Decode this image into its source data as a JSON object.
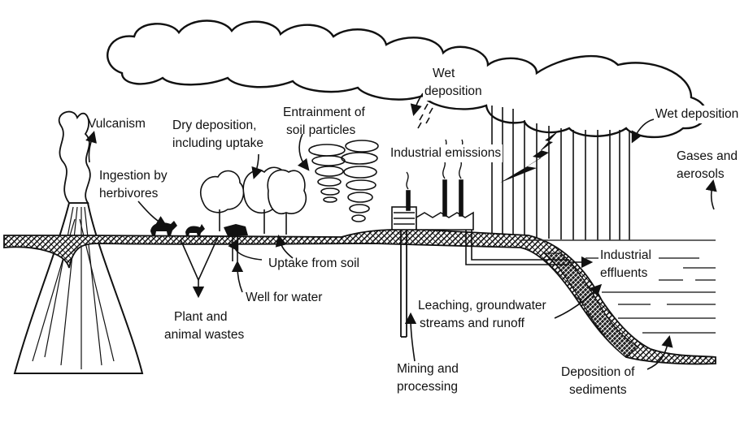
{
  "labels": {
    "vulcanism": "Vulcanism",
    "ingestion_line1": "Ingestion by",
    "ingestion_line2": "herbivores",
    "dry_dep_line1": "Dry deposition,",
    "dry_dep_line2": "including uptake",
    "entrainment_line1": "Entrainment of",
    "entrainment_line2": "soil particles",
    "wet_dep_cloud_line1": "Wet",
    "wet_dep_cloud_line2": "deposition",
    "industrial_emissions": "Industrial emissions",
    "wet_dep_right": "Wet deposition",
    "gases_line1": "Gases and",
    "gases_line2": "aerosols",
    "uptake_soil": "Uptake from soil",
    "well_water": "Well for water",
    "plant_wastes_line1": "Plant and",
    "plant_wastes_line2": "animal wastes",
    "industrial_effluents_line1": "Industrial",
    "industrial_effluents_line2": "effluents",
    "leaching_line1": "Leaching, groundwater",
    "leaching_line2": "streams and runoff",
    "mining_line1": "Mining and",
    "mining_line2": "processing",
    "deposition_sed_line1": "Deposition of",
    "deposition_sed_line2": "sediments"
  },
  "colors": {
    "ink": "#111111",
    "background": "#ffffff",
    "water_line": "#333333"
  }
}
